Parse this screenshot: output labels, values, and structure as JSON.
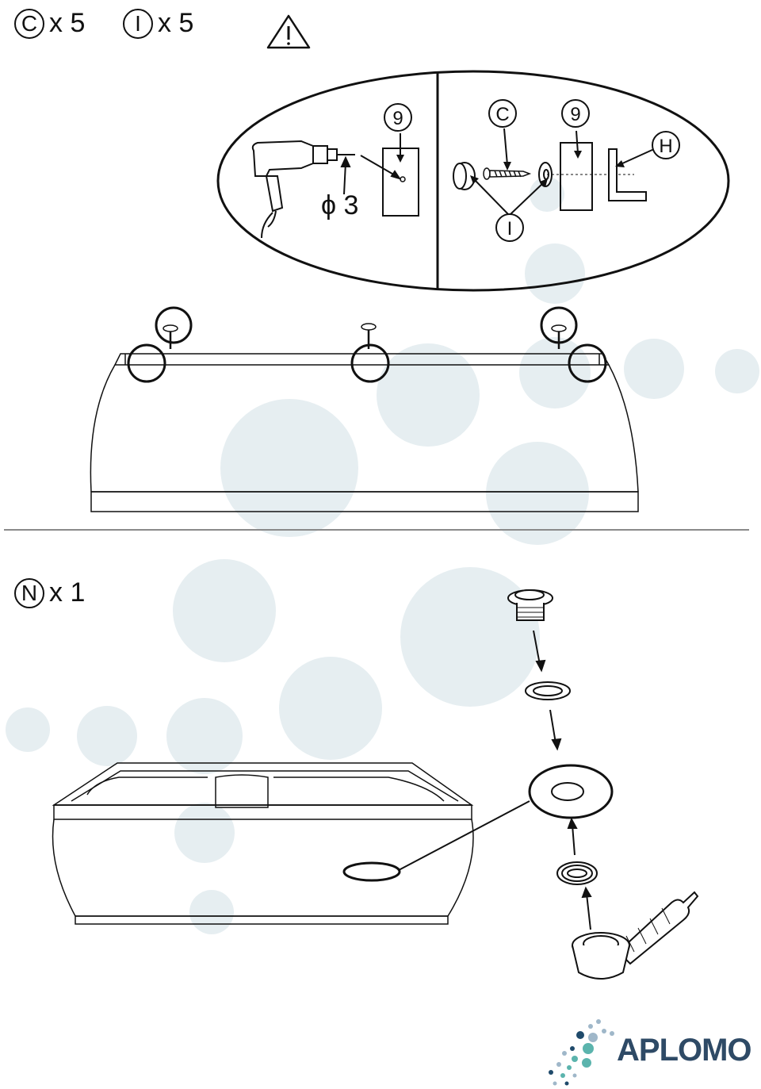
{
  "colors": {
    "line": "#111111",
    "bubble": "#e6eef1",
    "divider": "#8a8a8a",
    "logo_text": "#2e4a66",
    "logo_dot_dark": "#1f4a6b",
    "logo_dot_teal": "#5bb4ad",
    "logo_dot_light": "#9fb7c9"
  },
  "top_section": {
    "parts_c": {
      "letter": "C",
      "count": "x 5"
    },
    "parts_i": {
      "letter": "I",
      "count": "x 5"
    },
    "warning_icon": "warning-triangle-icon",
    "detail_left": {
      "part_number": "9",
      "drill_size": "ϕ 3"
    },
    "detail_right": {
      "part_c": "C",
      "part_number": "9",
      "part_h": "H",
      "part_i": "I"
    }
  },
  "bottom_section": {
    "parts_n": {
      "letter": "N",
      "count": "x 1"
    }
  },
  "logo": {
    "text": "APLOMO"
  }
}
